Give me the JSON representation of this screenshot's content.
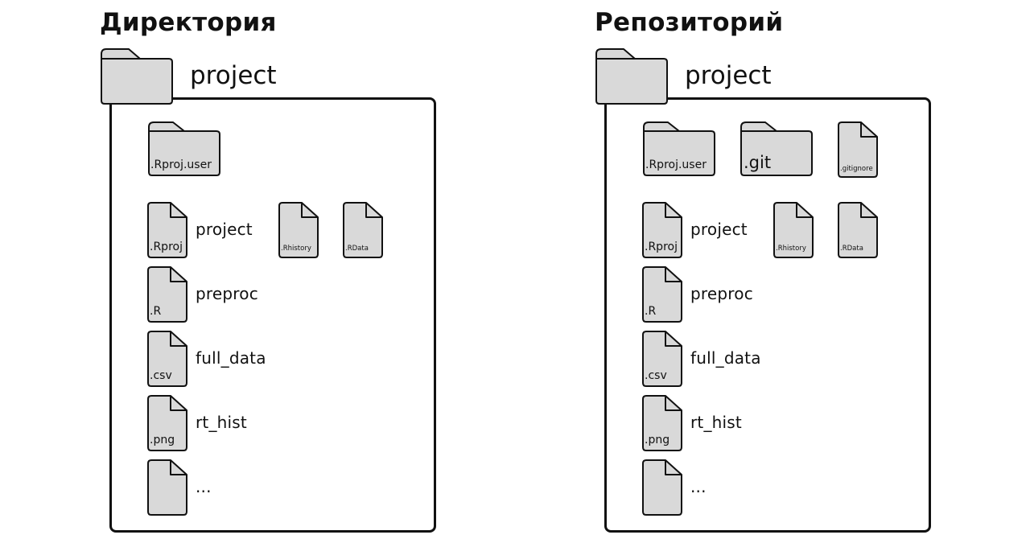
{
  "panels": [
    {
      "title": "Директория",
      "root_folder": "project",
      "top_items": [
        {
          "ext": ".Rproj.user"
        }
      ],
      "row_docs": [
        {
          "ext": ".Rhistory"
        },
        {
          "ext": ".RData"
        }
      ],
      "files": [
        {
          "ext": ".Rproj",
          "name": "project"
        },
        {
          "ext": ".R",
          "name": "preproc"
        },
        {
          "ext": ".csv",
          "name": "full_data"
        },
        {
          "ext": ".png",
          "name": "rt_hist"
        },
        {
          "ext": "",
          "name": "..."
        }
      ]
    },
    {
      "title": "Репозиторий",
      "root_folder": "project",
      "top_items": [
        {
          "ext": ".Rproj.user"
        },
        {
          "ext": ".git"
        },
        {
          "ext": ".gitignore"
        }
      ],
      "row_docs": [
        {
          "ext": ".Rhistory"
        },
        {
          "ext": ".RData"
        }
      ],
      "files": [
        {
          "ext": ".Rproj",
          "name": "project"
        },
        {
          "ext": ".R",
          "name": "preproc"
        },
        {
          "ext": ".csv",
          "name": "full_data"
        },
        {
          "ext": ".png",
          "name": "rt_hist"
        },
        {
          "ext": "",
          "name": "..."
        }
      ]
    }
  ],
  "colors": {
    "icon_fill": "#d9d9d9",
    "stroke": "#111111",
    "background": "#ffffff"
  }
}
